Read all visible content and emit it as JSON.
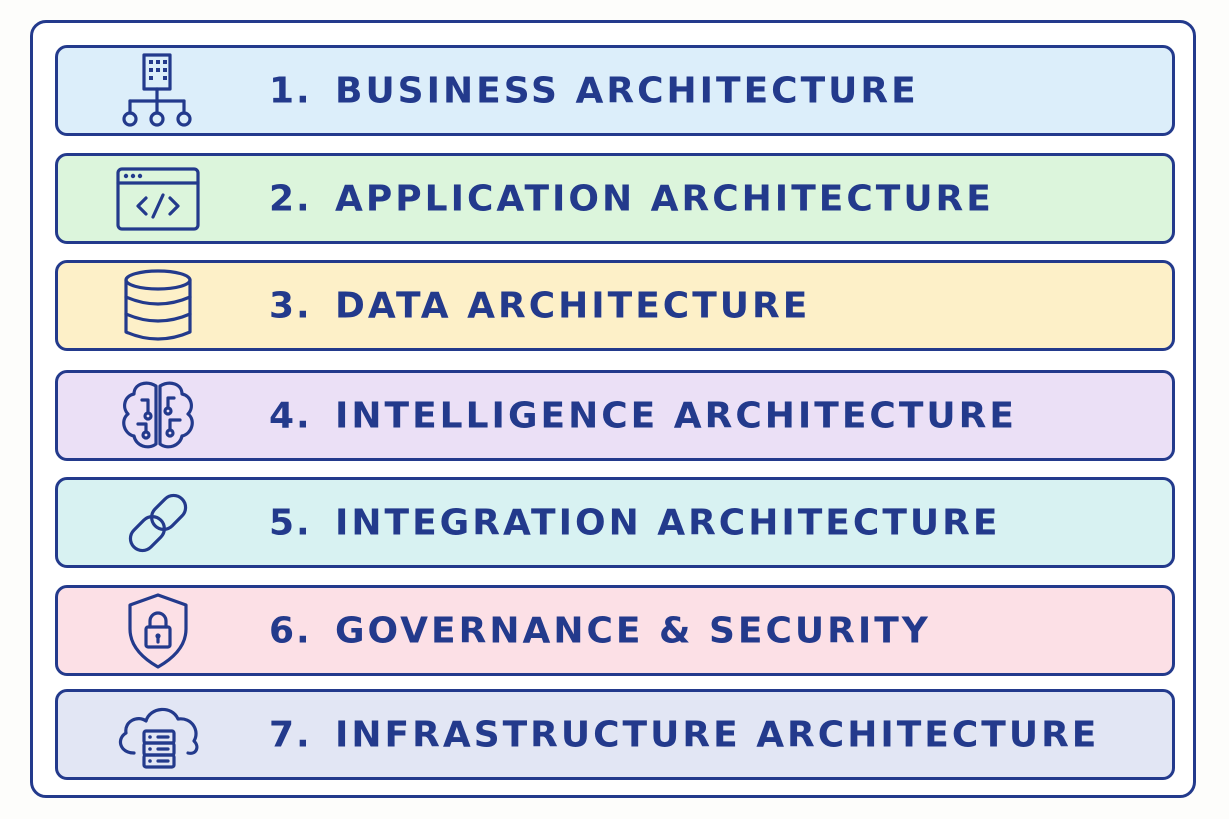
{
  "layers": [
    {
      "number": "1.",
      "title": "BUSINESS ARCHITECTURE",
      "icon": "org-building-icon",
      "bg": "#dceefa"
    },
    {
      "number": "2.",
      "title": "APPLICATION ARCHITECTURE",
      "icon": "code-window-icon",
      "bg": "#dcf5dc"
    },
    {
      "number": "3.",
      "title": "DATA ARCHITECTURE",
      "icon": "database-icon",
      "bg": "#fdf0c8"
    },
    {
      "number": "4.",
      "title": "INTELLIGENCE ARCHITECTURE",
      "icon": "brain-circuit-icon",
      "bg": "#ebe0f6"
    },
    {
      "number": "5.",
      "title": "INTEGRATION ARCHITECTURE",
      "icon": "chain-link-icon",
      "bg": "#d8f2f2"
    },
    {
      "number": "6.",
      "title": "GOVERNANCE & SECURITY",
      "icon": "shield-lock-icon",
      "bg": "#fce0e6"
    },
    {
      "number": "7.",
      "title": "INFRASTRUCTURE ARCHITECTURE",
      "icon": "cloud-server-icon",
      "bg": "#e2e6f4"
    }
  ],
  "colors": {
    "ink": "#233a8c"
  }
}
